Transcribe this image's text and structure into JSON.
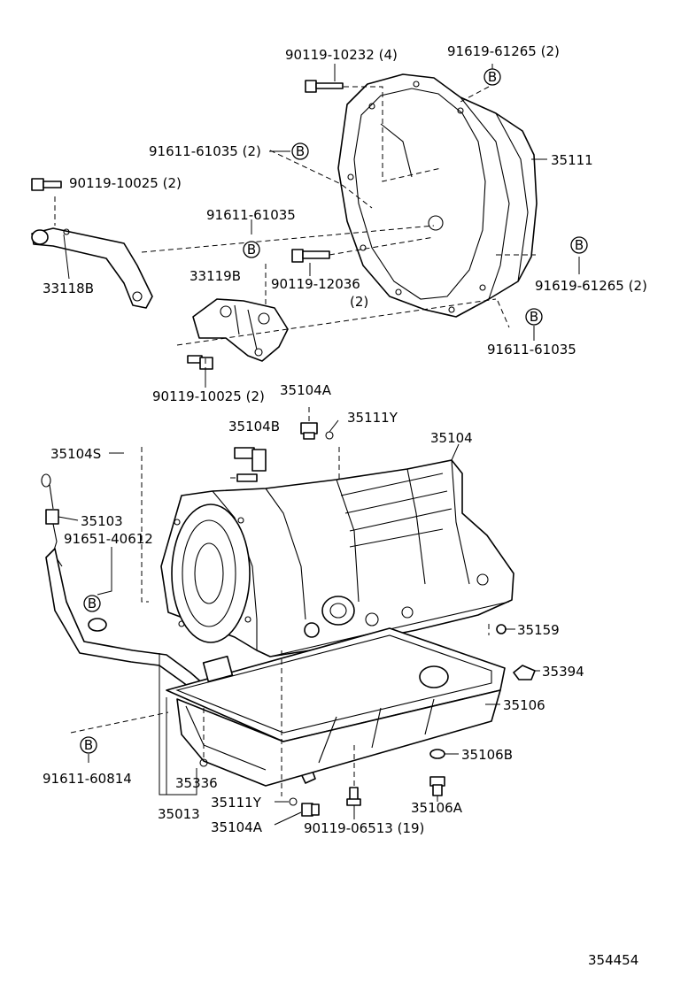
{
  "callout_letter": "B",
  "figure_number": "354454",
  "labels": [
    {
      "id": "90119-10232",
      "text": "90119-10232 (4)"
    },
    {
      "id": "91619-61265-top",
      "text": "91619-61265 (2)"
    },
    {
      "id": "91611-61035-left",
      "text": "91611-61035 (2)"
    },
    {
      "id": "35111",
      "text": "35111"
    },
    {
      "id": "90119-10025-top",
      "text": "90119-10025 (2)"
    },
    {
      "id": "91611-61035-mid",
      "text": "91611-61035"
    },
    {
      "id": "91619-61265-right",
      "text": "91619-61265 (2)"
    },
    {
      "id": "33119B",
      "text": "33119B"
    },
    {
      "id": "90119-12036",
      "text": "90119-12036"
    },
    {
      "id": "90119-12036-qty",
      "text": "(2)"
    },
    {
      "id": "33118B",
      "text": "33118B"
    },
    {
      "id": "91611-61035-right",
      "text": "91611-61035"
    },
    {
      "id": "90119-10025-bottom",
      "text": "90119-10025 (2)"
    },
    {
      "id": "35104A-top",
      "text": "35104A"
    },
    {
      "id": "35104B",
      "text": "35104B"
    },
    {
      "id": "35111Y-top",
      "text": "35111Y"
    },
    {
      "id": "35104",
      "text": "35104"
    },
    {
      "id": "35104S",
      "text": "35104S"
    },
    {
      "id": "35103",
      "text": "35103"
    },
    {
      "id": "91651-40612",
      "text": "91651-40612"
    },
    {
      "id": "35159",
      "text": "35159"
    },
    {
      "id": "35394",
      "text": "35394"
    },
    {
      "id": "35106",
      "text": "35106"
    },
    {
      "id": "35106B",
      "text": "35106B"
    },
    {
      "id": "91611-60814",
      "text": "91611-60814"
    },
    {
      "id": "35336",
      "text": "35336"
    },
    {
      "id": "35106A",
      "text": "35106A"
    },
    {
      "id": "35111Y-bottom",
      "text": "35111Y"
    },
    {
      "id": "35013",
      "text": "35013"
    },
    {
      "id": "35104A-bottom",
      "text": "35104A"
    },
    {
      "id": "90119-06513",
      "text": "90119-06513 (19)"
    }
  ]
}
